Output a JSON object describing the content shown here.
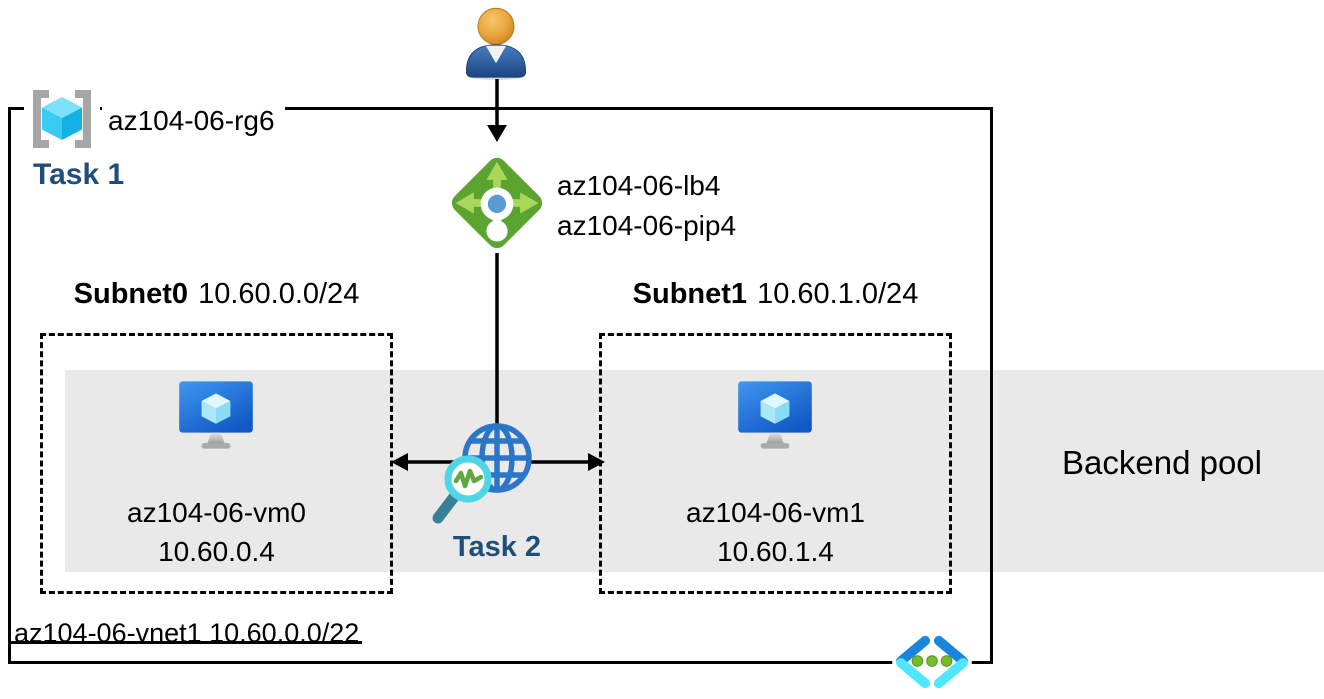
{
  "resource_group": {
    "name": "az104-06-rg6",
    "task_label": "Task 1"
  },
  "load_balancer": {
    "name": "az104-06-lb4",
    "public_ip_name": "az104-06-pip4"
  },
  "subnets": [
    {
      "name": "Subnet0",
      "cidr": "10.60.0.0/24",
      "vm": {
        "name": "az104-06-vm0",
        "ip": "10.60.0.4"
      }
    },
    {
      "name": "Subnet1",
      "cidr": "10.60.1.0/24",
      "vm": {
        "name": "az104-06-vm1",
        "ip": "10.60.1.4"
      }
    }
  ],
  "probe": {
    "task_label": "Task 2"
  },
  "backend_pool": {
    "label": "Backend pool"
  },
  "virtual_network": {
    "label": "az104-06-vnet1 10.60.0.0/22",
    "strikethrough": true
  },
  "icons": {
    "user": "user-icon",
    "resource_group": "resource-group-icon",
    "load_balancer": "load-balancer-icon",
    "virtual_machine_0": "virtual-machine-icon",
    "virtual_machine_1": "virtual-machine-icon",
    "health_probe": "globe-magnifier-icon",
    "virtual_network": "virtual-network-icon"
  },
  "colors": {
    "task_text": "#1F4E79",
    "backend_pool_bg": "#E9E9E9",
    "lb_diamond_green": "#5BA42F",
    "lb_arrow_green": "#A9D65B",
    "lb_dot_blue": "#5B9BD5",
    "globe_blue": "#2C76C8",
    "magnifier_cyan": "#4FD4E8",
    "magnifier_handle_teal": "#3B7E97",
    "probe_zigzag_green": "#63A53F",
    "vm_screen_blue": "#2B7CD3",
    "vm_cube_cyan": "#ACE7F8",
    "rg_bracket_gray": "#A6A6A6",
    "rg_cube_cyan": "#3ACBF2",
    "user_head_orange": "#E8A33D",
    "user_body_blue": "#2F5F9E",
    "vnet_chevron_blue": "#1B84DC",
    "vnet_chevron_cyan": "#50E6FF",
    "vnet_dot_green": "#76BC2D",
    "line_black": "#000000"
  }
}
